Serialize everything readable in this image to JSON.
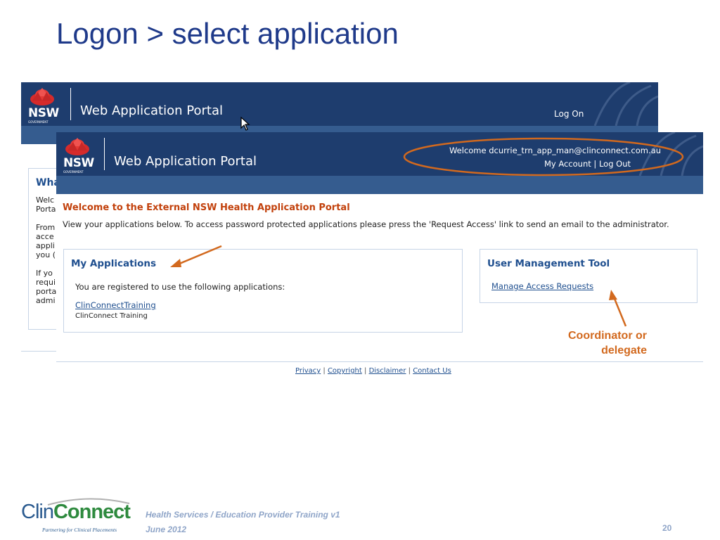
{
  "slide": {
    "title": "Logon > select application",
    "annotation": {
      "line1": "Coordinator or",
      "line2": "delegate",
      "color": "#d2691e"
    },
    "footer": {
      "course": "Health Services / Education Provider Training v1",
      "date": "June 2012",
      "page": "20",
      "logo_clin": "Clin",
      "logo_connect": "Connect",
      "logo_tagline": "Partnering for Clinical Placements"
    }
  },
  "back_window": {
    "portal_title": "Web Application Portal",
    "logo_text": "NSW",
    "logo_sub": "GOVERNMENT",
    "log_on_label": "Log On",
    "panel_heading": "Wha",
    "panel_lines": [
      "Welc",
      "Porta",
      "From",
      "acce",
      "appli",
      "you (",
      "If yo",
      "requi",
      "porta",
      "admi"
    ]
  },
  "front_window": {
    "portal_title": "Web Application Portal",
    "logo_text": "NSW",
    "logo_sub": "GOVERNMENT",
    "welcome_user": "Welcome dcurrie_trn_app_man@clinconnect.com.au",
    "my_account_label": "My Account",
    "separator": "|",
    "log_out_label": "Log Out",
    "heading": "Welcome to the External NSW Health Application Portal",
    "description": "View your applications below. To access password protected applications please press the 'Request Access' link to send an email to the administrator.",
    "my_apps": {
      "heading": "My Applications",
      "intro": "You are registered to use the following applications:",
      "app_link": "ClinConnectTraining",
      "app_desc": "ClinConnect Training"
    },
    "umt": {
      "heading": "User Management Tool",
      "link": "Manage Access Requests"
    },
    "footer_links": [
      "Privacy",
      "Copyright",
      "Disclaimer",
      "Contact Us"
    ]
  },
  "colors": {
    "header_bg": "#1e3d6e",
    "stripe_bg": "#355c8f",
    "heading_orange": "#c2410c",
    "link_blue": "#1f4f8f",
    "title_blue": "#1f3a8a"
  }
}
